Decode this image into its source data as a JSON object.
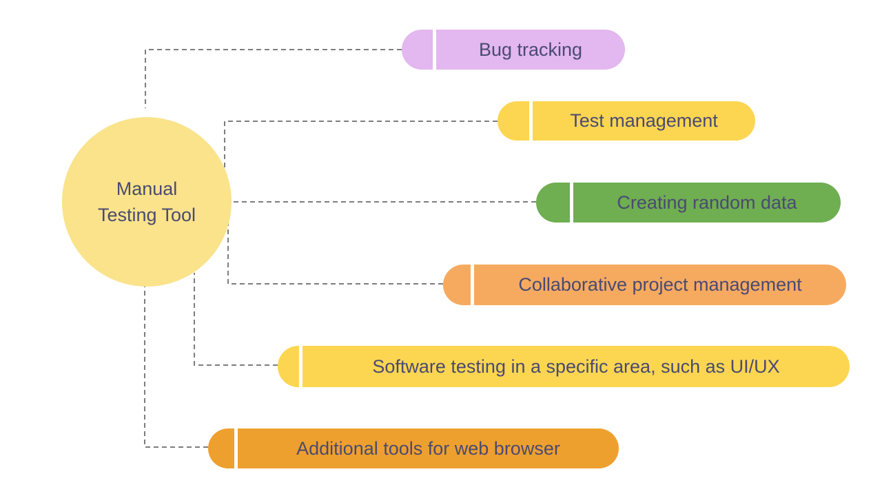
{
  "diagram": {
    "center": {
      "label": "Manual Testing Tool",
      "color": "#FAE38B",
      "text_color": "#4A4A72"
    },
    "nodes": [
      {
        "label": "Bug tracking",
        "color": "#E3B7EF"
      },
      {
        "label": "Test management",
        "color": "#FCD651"
      },
      {
        "label": "Creating random data",
        "color": "#6FAE51"
      },
      {
        "label": "Collaborative project management",
        "color": "#F6AA60"
      },
      {
        "label": "Software testing in a specific area, such as UI/UX",
        "color": "#FCD651"
      },
      {
        "label": "Additional tools for web browser",
        "color": "#EEA02E"
      }
    ],
    "colors": {
      "connector": "#7C7C7C",
      "divider": "#FFFFFF",
      "text": "#4A4A72",
      "background": "#FFFFFF"
    }
  }
}
